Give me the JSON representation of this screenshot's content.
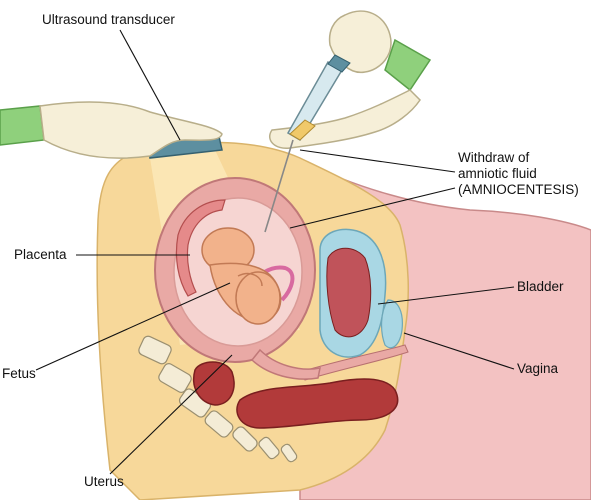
{
  "labels": {
    "transducer": "Ultrasound transducer",
    "withdraw_line1": "Withdraw of",
    "withdraw_line2": "amniotic fluid",
    "withdraw_line3": "(AMNIOCENTESIS)",
    "placenta": "Placenta",
    "bladder": "Bladder",
    "fetus": "Fetus",
    "vagina": "Vagina",
    "uterus": "Uterus"
  },
  "colors": {
    "skin": "#f7d89a",
    "glove": "#f6efd8",
    "sleeve": "#8fd07c",
    "uterus_wall": "#e9a9a5",
    "amniotic": "#f6d5d2",
    "fetus": "#f2b28b",
    "bladder": "#a9d7e4",
    "rectum": "#b23a3a",
    "thigh": "#f3c2c2",
    "line": "#111111"
  }
}
